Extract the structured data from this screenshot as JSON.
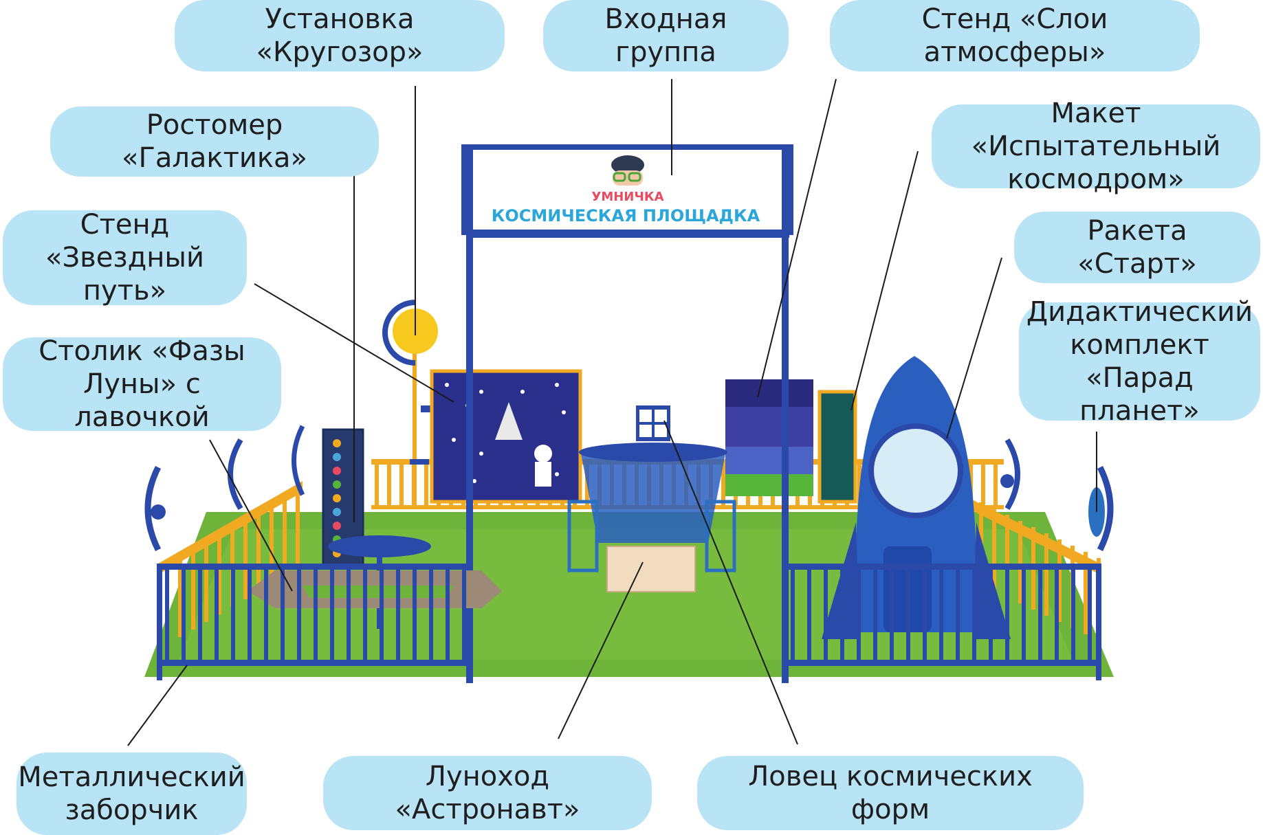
{
  "header": {
    "brand": "УМНИЧКА",
    "title": "КОСМИЧЕСКАЯ ПЛОЩАДКА"
  },
  "callouts": {
    "krugozor": [
      "Установка «Кругозор»"
    ],
    "entrance": [
      "Входная группа"
    ],
    "atmosphere": [
      "Стенд «Слои атмосферы»"
    ],
    "galaxy": [
      "Ростомер «Галактика»"
    ],
    "cosmodrome": [
      "Макет «Испытательный",
      "космодром»"
    ],
    "star_path": [
      "Стенд",
      "«Звездный путь»"
    ],
    "rocket": [
      "Ракета «Старт»"
    ],
    "moon_table": [
      "Столик «Фазы",
      "Луны» с лавочкой"
    ],
    "planets": [
      "Дидактический",
      "комплект",
      "«Парад планет»"
    ],
    "fence": [
      "Металлический",
      "заборчик"
    ],
    "lunokhod": [
      "Луноход «Астронавт»"
    ],
    "catcher": [
      "Ловец космических форм"
    ]
  },
  "colors": {
    "bubble": "#b8e4f6",
    "frame_blue": "#2a49a8",
    "grass": "#6fb43a",
    "fence_yellow": "#f2a922",
    "sign_text": "#2aa6d9"
  }
}
